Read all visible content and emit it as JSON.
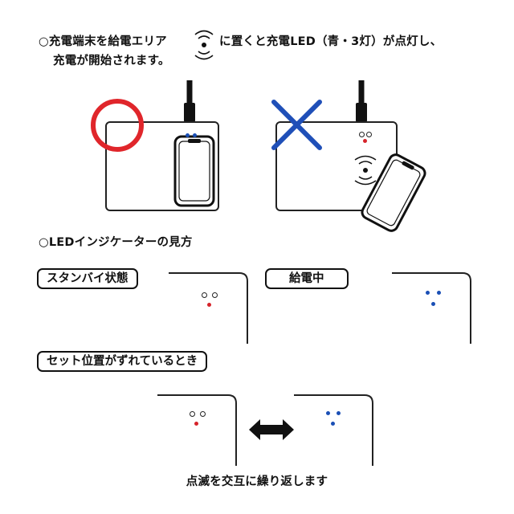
{
  "intro": {
    "line1_part1": "○充電端末を給電エリア",
    "line1_part2": "に置くと充電LED（青・3灯）が点灯し、",
    "line2": "充電が開始されます。"
  },
  "led_section": {
    "heading": "○LEDインジケーターの見方",
    "standby_label": "スタンバイ状態",
    "charging_label": "給電中",
    "misaligned_label": "セット位置がずれているとき",
    "alternate_caption": "点滅を交互に繰り返します"
  },
  "colors": {
    "correct_circle": "#e0262b",
    "wrong_cross": "#1f4fb8",
    "led_blue": "#1a4fb5",
    "led_red": "#d6232a",
    "outline": "#222222"
  },
  "icons": {
    "wireless_area": "wireless-charging-icon",
    "correct": "circle-correct-icon",
    "incorrect": "cross-incorrect-icon",
    "alternate": "double-arrow-icon"
  }
}
